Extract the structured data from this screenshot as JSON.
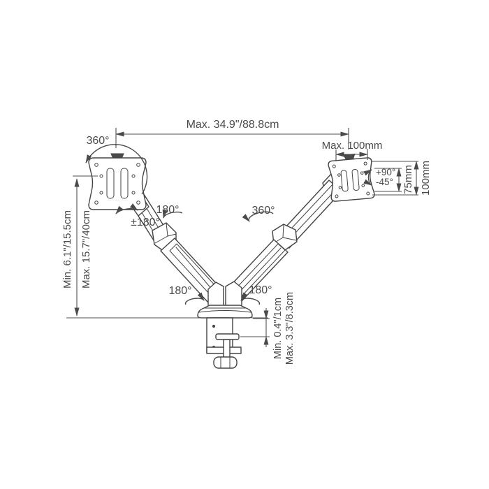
{
  "diagram": {
    "colors": {
      "line": "#4a4a4a",
      "text": "#4a4a4a",
      "background": "#ffffff"
    },
    "dimensions": {
      "max_width": "Max. 34.9\"/88.8cm",
      "vesa_plate_width": "Max. 100mm",
      "vesa_75": "75mm",
      "vesa_100": "100mm",
      "height_min": "Min. 6.1\"/15.5cm",
      "height_max": "Max. 15.7\"/40cm",
      "clamp_min": "Min. 0.4\"/1cm",
      "clamp_max": "Max. 3.3\"/8.3cm"
    },
    "rotations": {
      "left_head_rotation": "360°",
      "left_head_swivel": "±180°",
      "left_elbow": "180°",
      "right_elbow": "360°",
      "base_left": "180°",
      "base_right": "180°",
      "tilt_up": "+90°",
      "tilt_down": "-45°"
    }
  }
}
